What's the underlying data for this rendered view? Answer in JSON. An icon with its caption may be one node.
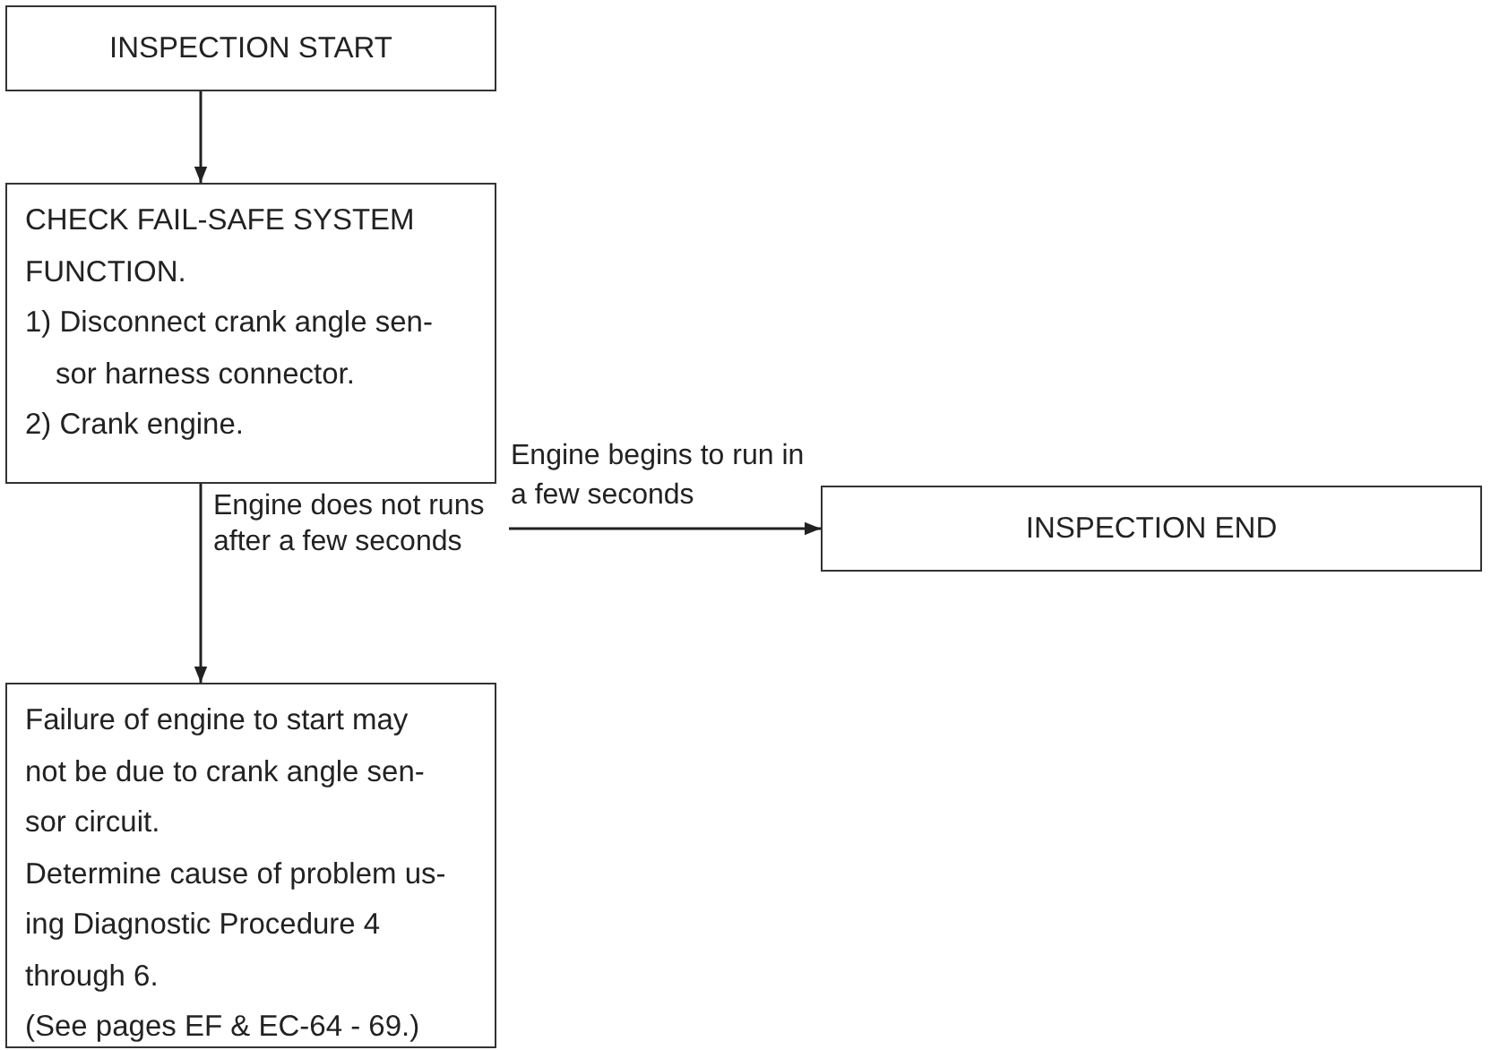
{
  "diagram": {
    "nodes": [
      {
        "text": [
          "INSPECTION START"
        ]
      },
      {
        "text": [
          "CHECK FAIL-SAFE SYSTEM FUNCTION.",
          "1) Disconnect crank angle sen-sor harness connector.",
          "2) Crank engine."
        ]
      },
      {
        "text": [
          "INSPECTION END"
        ]
      },
      {
        "text": [
          "Failure of engine to start may not be due to crank angle sen-sor circuit.",
          "Determine cause of problem us-ing Diagnostic Procedure 4 through 6.",
          "(See pages EF & EC-64 - 69.)"
        ]
      }
    ],
    "edges": [
      {
        "from": 0,
        "to": 1,
        "arrow": "to"
      },
      {
        "from": 1,
        "to": 2,
        "arrow": "to",
        "label": "Engine begins to run in a few seconds"
      },
      {
        "from": 1,
        "to": 3,
        "arrow": "to",
        "label": "Engine does not runs after a few seconds"
      }
    ]
  }
}
